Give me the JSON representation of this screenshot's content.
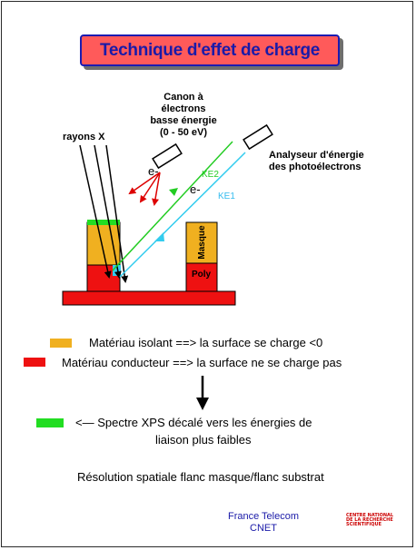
{
  "title": "Technique d'effet de charge",
  "labels": {
    "canon": [
      "Canon à",
      "électrons",
      "basse énergie",
      "(0 - 50 eV)"
    ],
    "rayons_x": "rayons X",
    "analyseur": [
      "Analyseur d'énergie",
      "des photoélectrons"
    ],
    "ke2": "KE2",
    "ke1": "KE1",
    "e_minus_1": "e-",
    "e_minus_2": "e-",
    "masque": "Masque",
    "poly": "Poly"
  },
  "legend": [
    {
      "color": "#f0b020",
      "text": "Matériau isolant   ==> la surface se charge <0"
    },
    {
      "color": "#ee1111",
      "text": "Matériau conducteur   ==> la surface ne se charge pas"
    },
    {
      "color": "#22dd22",
      "text": "<— Spectre XPS décalé vers les énergies de"
    }
  ],
  "legend_continuation": "liaison plus faibles",
  "resolution": "Résolution spatiale flanc masque/flanc substrat",
  "footer": {
    "org_line1": "France Telecom",
    "org_line2": "CNET",
    "cnrs": [
      "CENTRE NATIONAL",
      "DE LA RECHERCHE",
      "SCIENTIFIQUE"
    ]
  },
  "colors": {
    "title_bg": "#ff5a5a",
    "title_text": "#1a1aa8",
    "insulator": "#f0b020",
    "conductor": "#ee1111",
    "green": "#22dd22",
    "cyan": "#33ccee"
  }
}
